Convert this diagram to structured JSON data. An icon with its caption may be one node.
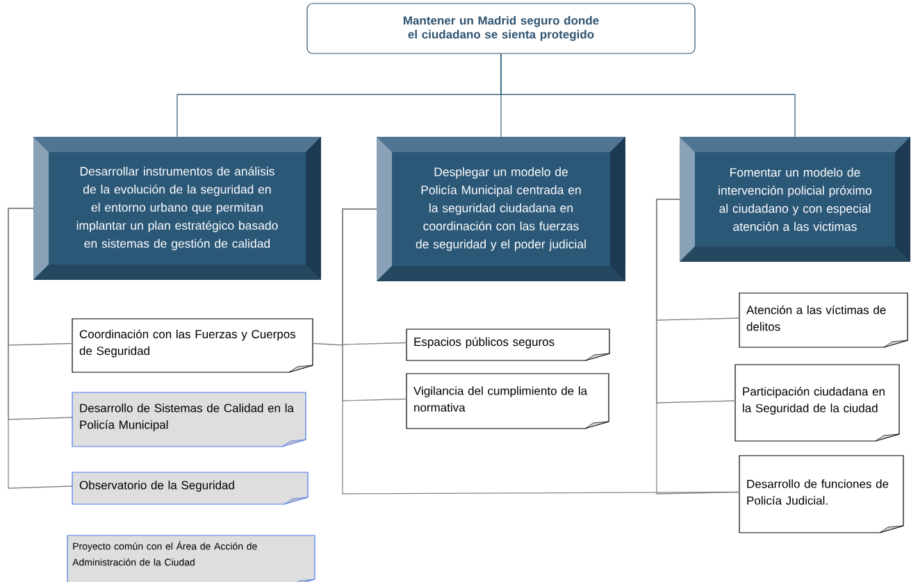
{
  "diagram": {
    "nodes": [
      {
        "text": [
          "Mantener un Madrid seguro donde el ciudadano se sienta protegido"
        ]
      },
      {
        "text": [
          "Desarrollar instrumentos de análisis de la evolución de la seguridad en el entorno urbano que permitan implantar un plan estratégico basado en sistemas de gestión de calidad"
        ]
      },
      {
        "text": [
          "Desplegar un modelo de Policía Municipal centrada en la seguridad ciudadana en coordinación con las fuerzas de seguridad y el poder judicial"
        ]
      },
      {
        "text": [
          "Fomentar un modelo de intervención policial próximo al ciudadano y con especial atención a las victimas"
        ]
      },
      {
        "text": [
          "Coordinación con las Fuerzas y Cuerpos de Seguridad"
        ]
      },
      {
        "text": [
          "Desarrollo de Sistemas de Calidad en la Policía Municipal"
        ]
      },
      {
        "text": [
          "Observatorio de la Seguridad"
        ]
      },
      {
        "text": [
          "Espacios públicos seguros"
        ]
      },
      {
        "text": [
          "Vigilancia del cumplimiento de la normativa"
        ]
      },
      {
        "text": [
          "Atención a las víctimas de delitos"
        ]
      },
      {
        "text": [
          "Participación ciudadana en la Seguridad de la ciudad"
        ]
      },
      {
        "text": [
          "Desarrollo de funciones de Policía Judicial."
        ]
      }
    ],
    "edges": [
      {
        "from": 0,
        "to": 1,
        "arrow": "none",
        "color": "#3d6680"
      },
      {
        "from": 0,
        "to": 2,
        "arrow": "none",
        "color": "#3d6680"
      },
      {
        "from": 0,
        "to": 3,
        "arrow": "none",
        "color": "#3d6680"
      },
      {
        "from": 1,
        "to": 4,
        "arrow": "none"
      },
      {
        "from": 1,
        "to": 5,
        "arrow": "none"
      },
      {
        "from": 1,
        "to": 6,
        "arrow": "none"
      },
      {
        "from": 2,
        "to": 4,
        "arrow": "none"
      },
      {
        "from": 2,
        "to": 7,
        "arrow": "none"
      },
      {
        "from": 2,
        "to": 8,
        "arrow": "none"
      },
      {
        "from": 2,
        "to": 11,
        "arrow": "none"
      },
      {
        "from": 3,
        "to": 9,
        "arrow": "none"
      },
      {
        "from": 3,
        "to": 10,
        "arrow": "none"
      },
      {
        "from": 3,
        "to": 11,
        "arrow": "none"
      }
    ],
    "legend": [
      {
        "text": "Proyecto común con el Área de Acción de Administración de la Ciudad",
        "color": "#dedede"
      }
    ]
  }
}
